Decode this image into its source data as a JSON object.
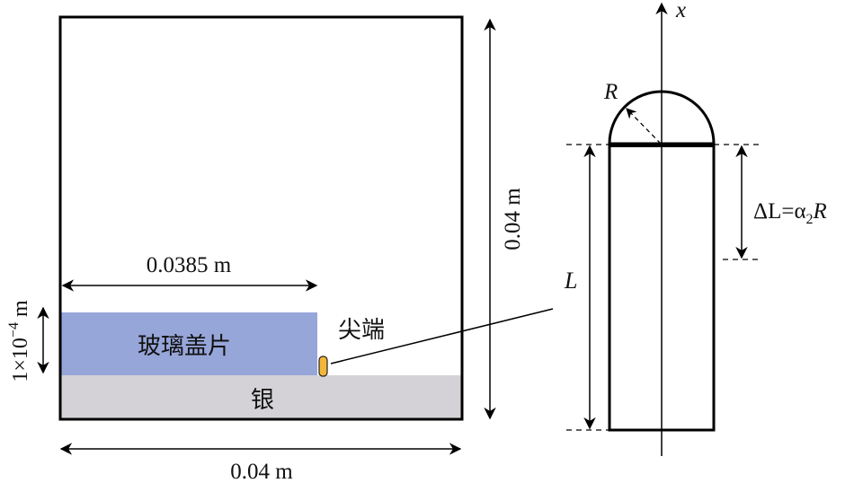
{
  "left_panel": {
    "domain_box": {
      "width_label": "0.04 m",
      "height_label": "0.04 m"
    },
    "glass_cover": {
      "label": "玻璃盖片",
      "length_label": "0.0385 m",
      "thickness_label": "1×10",
      "thickness_exp": "−4",
      "thickness_unit": " m",
      "color": "#97a6d9"
    },
    "silver_substrate": {
      "label": "银",
      "color": "#d4d2d6"
    },
    "tip": {
      "label": "尖端",
      "color": "#f2b63c"
    }
  },
  "right_panel": {
    "axis_label": "x",
    "radius_label": "R",
    "length_label": "L",
    "delta_label_prefix": "ΔL=α",
    "delta_label_sub": "2",
    "delta_label_suffix": "R"
  }
}
